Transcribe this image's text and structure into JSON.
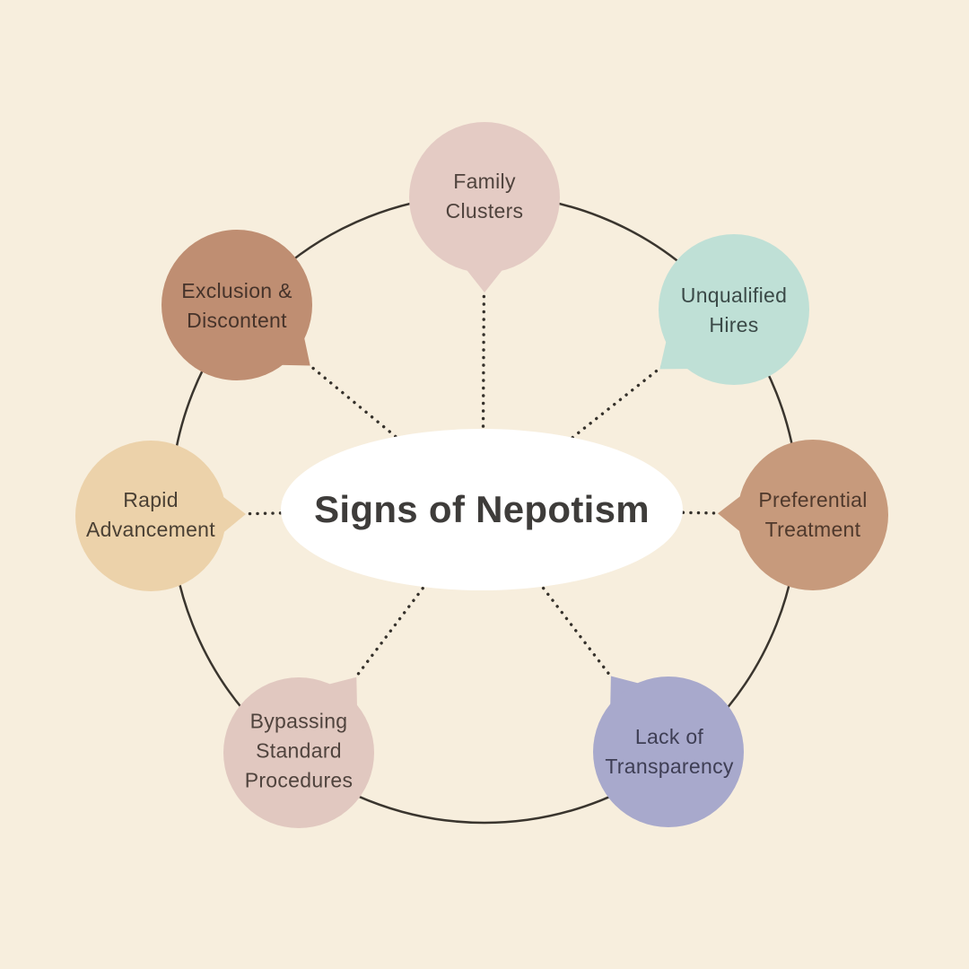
{
  "canvas": {
    "background": "#f7eedd",
    "ring_color": "#3a352e",
    "dot_color": "#35312b"
  },
  "center": {
    "title": "Signs of Nepotism",
    "fill": "#ffffff",
    "text_color": "#3e3c3a"
  },
  "bubbles": [
    {
      "id": "family-clusters",
      "label": "Family\nClusters",
      "color": "#e4cbc4",
      "text_color": "#4f433d"
    },
    {
      "id": "unqualified-hires",
      "label": "Unqualified\nHires",
      "color": "#bfe0d6",
      "text_color": "#3b4a48"
    },
    {
      "id": "preferential-treatment",
      "label": "Preferential\nTreatment",
      "color": "#c79a7c",
      "text_color": "#4f392c"
    },
    {
      "id": "lack-of-transparency",
      "label": "Lack of\nTransparency",
      "color": "#a8a9cc",
      "text_color": "#3e3e54"
    },
    {
      "id": "bypassing-standard-procedures",
      "label": "Bypassing\nStandard\nProcedures",
      "color": "#e1c8c0",
      "text_color": "#4f433d"
    },
    {
      "id": "rapid-advancement",
      "label": "Rapid\nAdvancement",
      "color": "#ecd2aa",
      "text_color": "#4a4034"
    },
    {
      "id": "exclusion-discontent",
      "label": "Exclusion &\nDiscontent",
      "color": "#bf8e72",
      "text_color": "#46332a"
    }
  ]
}
